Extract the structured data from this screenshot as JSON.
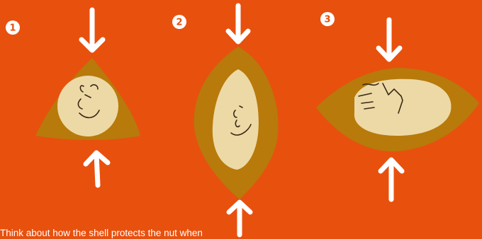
{
  "steps": [
    {
      "number": "1"
    },
    {
      "number": "2"
    },
    {
      "number": "3"
    }
  ],
  "caption": "Think about how the shell protects the nut when",
  "colors": {
    "background": "#E8500E",
    "shell": "#B87A0A",
    "kernel": "#EDD9A6",
    "arrow": "#FFFFFF",
    "face_lines": "#3A2A14"
  }
}
